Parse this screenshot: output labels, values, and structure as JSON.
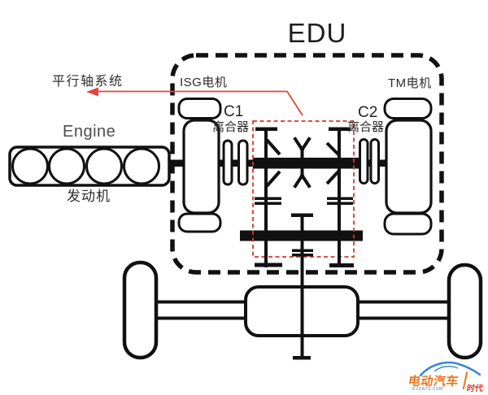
{
  "title": "EDU",
  "labels": {
    "parallel_shaft_system": "平行轴系统",
    "isg_motor": "ISG电机",
    "tm_motor": "TM电机",
    "c1": "C1",
    "c1_clutch": "离合器",
    "c2": "C2",
    "c2_clutch": "离合器",
    "engine_en": "Engine",
    "engine_cn": "发动机"
  },
  "colors": {
    "diagram_line": "#111111",
    "arrow_red": "#e2453c",
    "dashed_box_red": "#d9342b",
    "watermark_orange": "#f2731d",
    "watermark_red": "#e23324",
    "watermark_blue": "#3a86d4"
  },
  "watermark": {
    "brand": "电动汽车",
    "suffix": "时代",
    "site": "EVDAYS.COM"
  }
}
